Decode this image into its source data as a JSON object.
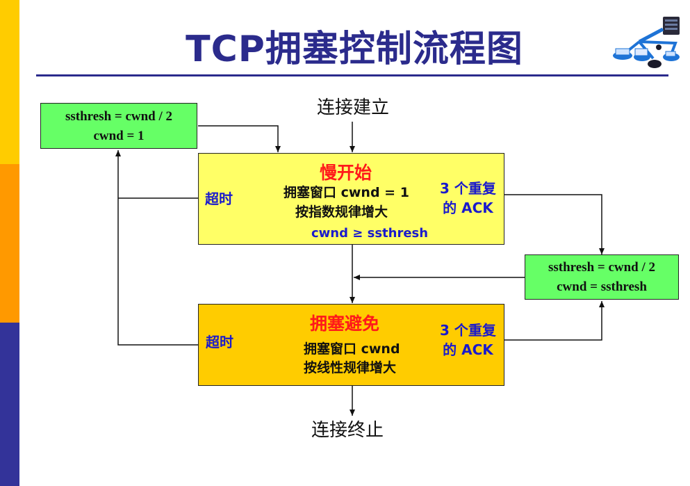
{
  "title": "TCP拥塞控制流程图",
  "connect_start": "连接建立",
  "connect_end": "连接终止",
  "box_left_top": {
    "line1": "ssthresh = cwnd / 2",
    "line2": "cwnd = 1"
  },
  "box_right_mid": {
    "line1": "ssthresh = cwnd / 2",
    "line2": "cwnd = ssthresh"
  },
  "slow_start": {
    "title": "慢开始",
    "line1": "拥塞窗口 cwnd = 1",
    "line2": "按指数规律增大",
    "timeout": "超时",
    "dup_ack_line1": "3 个重复",
    "dup_ack_line2": "的 ACK",
    "transition": "cwnd ≥ ssthresh"
  },
  "congestion_avoidance": {
    "title": "拥塞避免",
    "line1": "拥塞窗口 cwnd",
    "line2": "按线性规律增大",
    "timeout": "超时",
    "dup_ack_line1": "3 个重复",
    "dup_ack_line2": "的 ACK"
  },
  "colors": {
    "title": "#2b2b8c",
    "state_title": "#ff1a1a",
    "blue_label": "#1a1acc",
    "green_box": "#66ff66",
    "yellow_box": "#ffff66",
    "orange_box": "#ffcc00"
  },
  "icons": [
    "network-topology-icon"
  ]
}
